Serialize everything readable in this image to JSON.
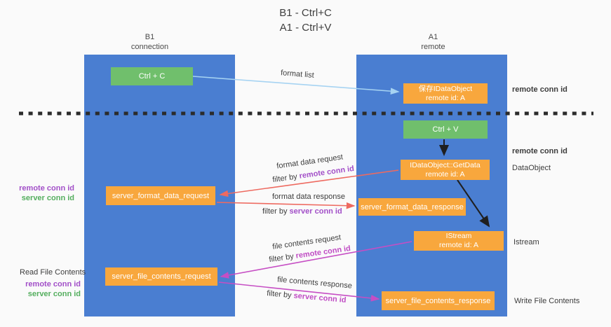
{
  "title": {
    "line1": "B1 - Ctrl+C",
    "line2": "A1 - Ctrl+V"
  },
  "lanes": {
    "left": {
      "title": "B1",
      "subtitle": "connection"
    },
    "right": {
      "title": "A1",
      "subtitle": "remote"
    }
  },
  "nodes": {
    "ctrl_c": {
      "label": "Ctrl + C"
    },
    "save_idataobject": {
      "line1": "保存IDataObject",
      "line2": "remote id: A"
    },
    "ctrl_v": {
      "label": "Ctrl + V"
    },
    "idataobject_getdata": {
      "line1": "IDataObject::GetData",
      "line2": "remote id: A"
    },
    "server_format_data_request": {
      "label": "server_format_data_request"
    },
    "server_format_data_response": {
      "label": "server_format_data_response"
    },
    "istream": {
      "line1": "IStream",
      "line2": "remote id: A"
    },
    "server_file_contents_request": {
      "label": "server_file_contents_request"
    },
    "server_file_contents_response": {
      "label": "server_file_contents_response"
    }
  },
  "edge_labels": {
    "format_list": "format list",
    "format_data_request": {
      "text": "format data request",
      "filter_prefix": "filter by ",
      "filter_id": "remote conn id"
    },
    "format_data_response": {
      "text": "format data response",
      "filter_prefix": "filter by ",
      "filter_id": "server conn id"
    },
    "file_contents_request": {
      "text": "file contents request",
      "filter_prefix": "filter by ",
      "filter_id": "remote conn id"
    },
    "file_contents_response": {
      "text": "file contents response",
      "filter_prefix": "filter by ",
      "filter_id": "server conn id"
    }
  },
  "side_labels": {
    "remote_conn_id_top": "remote conn id",
    "remote_conn_id_mid": "remote conn id",
    "dataobject": "DataObject",
    "format_left_remote": "remote conn id",
    "format_left_server": "server conn id",
    "istream": "Istream",
    "read_file_contents": "Read File Contents",
    "file_left_remote": "remote conn id",
    "file_left_server": "server conn id",
    "write_file_contents": "Write File Contents"
  },
  "colors": {
    "lane_blue": "#4a7ed1",
    "node_green": "#70bf6c",
    "node_orange": "#f8a73d",
    "arrow_red": "#ee6a60",
    "arrow_magenta": "#c64ec4",
    "arrow_light_blue": "#a6d3f2",
    "arrow_black": "#1f1f1f",
    "dashed_line": "#2b2b2b",
    "text_purple": "#a24fc8",
    "text_green": "#54ae5e",
    "background": "#fafafa"
  }
}
